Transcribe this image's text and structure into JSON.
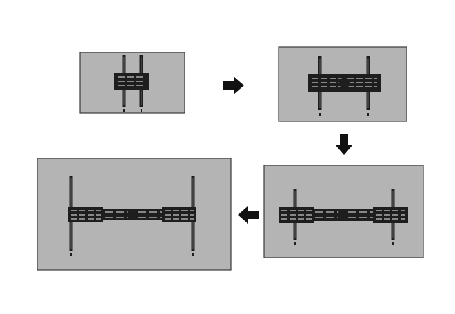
{
  "colors": {
    "panel_fill": "#b4b4b4",
    "panel_border": "#3a3a3a",
    "bracket": "#1e1e1e",
    "arrow": "#111111",
    "background": "#ffffff"
  },
  "panels": [
    {
      "id": "small-mount",
      "plate_style": "single"
    },
    {
      "id": "medium-mount",
      "plate_style": "single"
    },
    {
      "id": "large-mount",
      "plate_style": "split"
    },
    {
      "id": "extra-large-mount",
      "plate_style": "split"
    }
  ],
  "arrows": [
    {
      "direction": "right",
      "icon": "arrow-right-icon"
    },
    {
      "direction": "down",
      "icon": "arrow-down-icon"
    },
    {
      "direction": "left",
      "icon": "arrow-left-icon"
    }
  ]
}
